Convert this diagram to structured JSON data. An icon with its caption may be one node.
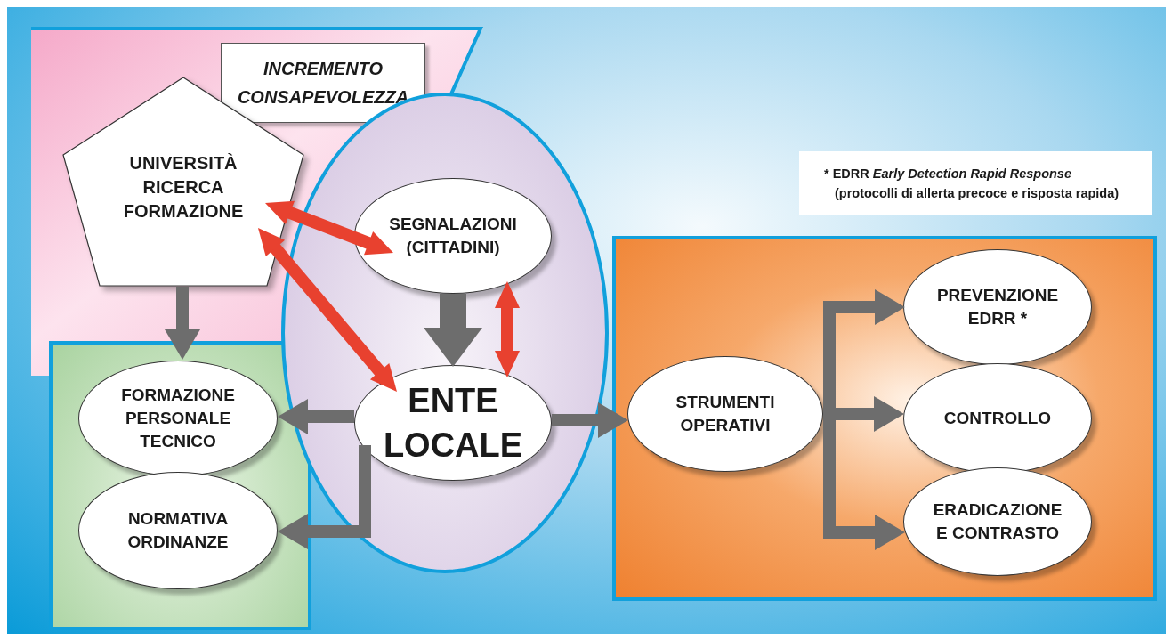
{
  "diagram": {
    "nodes": [
      {
        "text": [],
        "shape": "band"
      },
      {
        "text": [
          "INCREMENTO CONSAPEVOLEZZA"
        ],
        "in": 0
      },
      {
        "text": [
          "UNIVERSITÀ RICERCA FORMAZIONE"
        ],
        "in": 0
      },
      {
        "text": [],
        "shape": "box"
      },
      {
        "text": [
          "FORMAZIONE PERSONALE TECNICO"
        ],
        "in": 3
      },
      {
        "text": [
          "NORMATIVA ORDINANZE"
        ],
        "in": 3
      },
      {
        "text": [],
        "shape": "ellipse"
      },
      {
        "text": [
          "SEGNALAZIONI (CITTADINI)"
        ],
        "in": 6
      },
      {
        "text": [
          "ENTE LOCALE"
        ],
        "in": 6
      },
      {
        "text": [],
        "shape": "box"
      },
      {
        "text": [
          "STRUMENTI OPERATIVI"
        ],
        "in": 9
      },
      {
        "text": [
          "PREVENZIONE EDRR *"
        ],
        "in": 9
      },
      {
        "text": [
          "CONTROLLO"
        ],
        "in": 9
      },
      {
        "text": [
          "ERADICAZIONE E CONTRASTO"
        ],
        "in": 9
      },
      {
        "text": [
          "* EDRR *Early Detection Rapid Response*",
          "(protocolli di allerta precoce e risposta rapida)"
        ]
      }
    ],
    "edges": [
      {
        "from": 2,
        "to": 4,
        "arrow": "to"
      },
      {
        "from": 2,
        "to": 7,
        "arrow": "both",
        "color": "#e8412f"
      },
      {
        "from": 2,
        "to": 8,
        "arrow": "both",
        "color": "#e8412f"
      },
      {
        "from": 7,
        "to": 8,
        "arrow": "to",
        "style": "thick"
      },
      {
        "from": 7,
        "to": 8,
        "arrow": "both",
        "color": "#e8412f"
      },
      {
        "from": 8,
        "to": 4,
        "arrow": "to"
      },
      {
        "from": 8,
        "to": 5,
        "arrow": "to"
      },
      {
        "from": 8,
        "to": 10,
        "arrow": "to"
      },
      {
        "from": 10,
        "to": 11,
        "arrow": "to"
      },
      {
        "from": 10,
        "to": 12,
        "arrow": "to"
      },
      {
        "from": 10,
        "to": 13,
        "arrow": "to"
      }
    ]
  }
}
